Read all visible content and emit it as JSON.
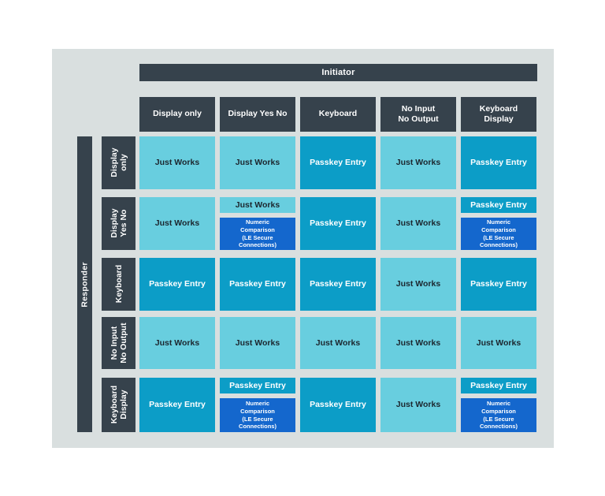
{
  "initiator_label": "Initiator",
  "responder_label": "Responder",
  "colors": {
    "panel_background": "#d9dfdf",
    "header_slate": "#36424c",
    "just_works_light_blue": "#68cedf",
    "passkey_entry_medium_blue": "#0c9dc7",
    "numeric_comparison_royal_blue": "#1467cd",
    "dark_text": "#1c262e",
    "light_text": "#ffffff"
  },
  "columns": [
    "Display only",
    "Display Yes No",
    "Keyboard",
    "No Input\nNo Output",
    "Keyboard\nDisplay"
  ],
  "rows": [
    {
      "header": "Display\nonly",
      "cells": [
        {
          "type": "single",
          "style": "light",
          "label": "Just Works"
        },
        {
          "type": "single",
          "style": "light",
          "label": "Just Works"
        },
        {
          "type": "single",
          "style": "medium",
          "label": "Passkey Entry"
        },
        {
          "type": "single",
          "style": "light",
          "label": "Just Works"
        },
        {
          "type": "single",
          "style": "medium",
          "label": "Passkey Entry"
        }
      ]
    },
    {
      "header": "Display\nYes No",
      "cells": [
        {
          "type": "single",
          "style": "light",
          "label": "Just Works"
        },
        {
          "type": "split",
          "top": {
            "style": "light",
            "label": "Just Works"
          },
          "bottom": {
            "style": "royal",
            "label": "Numeric\nComparison\n(LE Secure\nConnections)"
          }
        },
        {
          "type": "single",
          "style": "medium",
          "label": "Passkey Entry"
        },
        {
          "type": "single",
          "style": "light",
          "label": "Just Works"
        },
        {
          "type": "split",
          "top": {
            "style": "medium",
            "label": "Passkey Entry"
          },
          "bottom": {
            "style": "royal",
            "label": "Numeric\nComparison\n(LE Secure\nConnections)"
          }
        }
      ]
    },
    {
      "header": "Keyboard",
      "cells": [
        {
          "type": "single",
          "style": "medium",
          "label": "Passkey Entry"
        },
        {
          "type": "single",
          "style": "medium",
          "label": "Passkey Entry"
        },
        {
          "type": "single",
          "style": "medium",
          "label": "Passkey Entry"
        },
        {
          "type": "single",
          "style": "light",
          "label": "Just Works"
        },
        {
          "type": "single",
          "style": "medium",
          "label": "Passkey Entry"
        }
      ]
    },
    {
      "header": "No Input\nNo Output",
      "cells": [
        {
          "type": "single",
          "style": "light",
          "label": "Just Works"
        },
        {
          "type": "single",
          "style": "light",
          "label": "Just Works"
        },
        {
          "type": "single",
          "style": "light",
          "label": "Just Works"
        },
        {
          "type": "single",
          "style": "light",
          "label": "Just Works"
        },
        {
          "type": "single",
          "style": "light",
          "label": "Just Works"
        }
      ]
    },
    {
      "header": "Keyboard\nDisplay",
      "cells": [
        {
          "type": "single",
          "style": "medium",
          "label": "Passkey Entry"
        },
        {
          "type": "split",
          "top": {
            "style": "medium",
            "label": "Passkey Entry"
          },
          "bottom": {
            "style": "royal",
            "label": "Numeric\nComparison\n(LE Secure\nConnections)"
          }
        },
        {
          "type": "single",
          "style": "medium",
          "label": "Passkey Entry"
        },
        {
          "type": "single",
          "style": "light",
          "label": "Just Works"
        },
        {
          "type": "split",
          "top": {
            "style": "medium",
            "label": "Passkey Entry"
          },
          "bottom": {
            "style": "royal",
            "label": "Numeric\nComparison\n(LE Secure\nConnections)"
          }
        }
      ]
    }
  ]
}
